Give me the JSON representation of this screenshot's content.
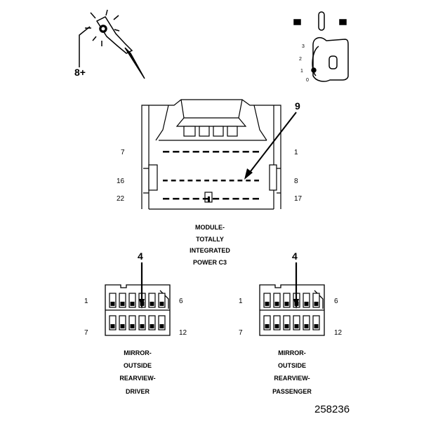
{
  "test_light": {
    "label": "8+"
  },
  "ignition_key": {
    "positions": [
      "3",
      "2",
      "1",
      "0"
    ]
  },
  "module_connector": {
    "callout": "9",
    "pins_left": [
      "7",
      "16",
      "22"
    ],
    "pins_right": [
      "1",
      "8",
      "17"
    ],
    "caption": [
      "MODULE-",
      "TOTALLY",
      "INTEGRATED",
      "POWER C3"
    ]
  },
  "mirror_driver": {
    "callout": "4",
    "pins_left": [
      "1",
      "7"
    ],
    "pins_right": [
      "6",
      "12"
    ],
    "caption": [
      "MIRROR-",
      "OUTSIDE",
      "REARVIEW-",
      "DRIVER"
    ]
  },
  "mirror_passenger": {
    "callout": "4",
    "pins_left": [
      "1",
      "7"
    ],
    "pins_right": [
      "6",
      "12"
    ],
    "caption": [
      "MIRROR-",
      "OUTSIDE",
      "REARVIEW-",
      "PASSENGER"
    ]
  },
  "figure_number": "258236"
}
